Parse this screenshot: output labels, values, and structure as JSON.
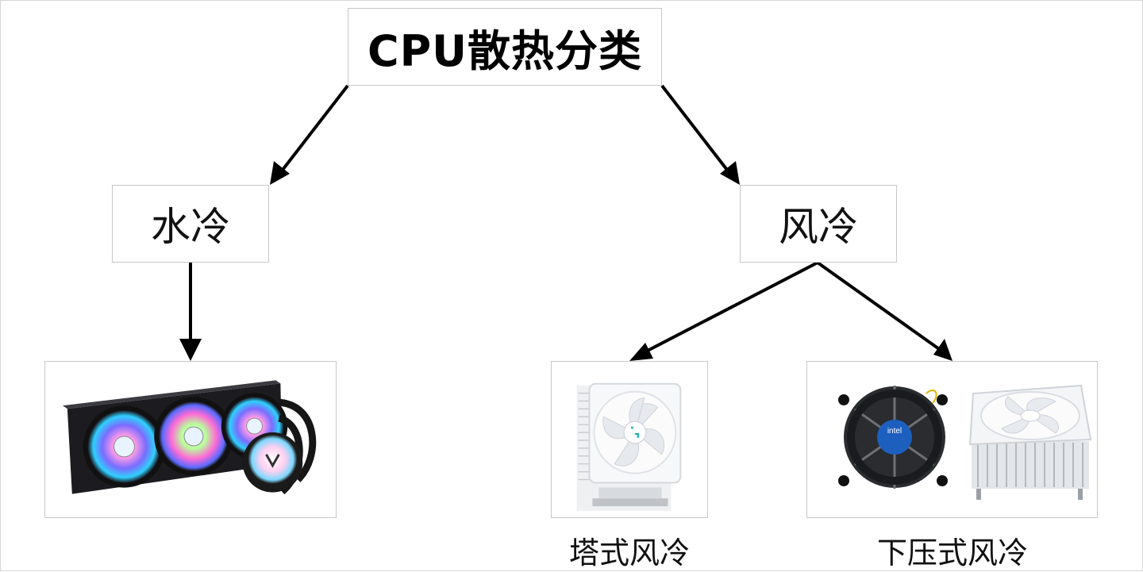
{
  "root": {
    "label": "CPU散热分类"
  },
  "categories": {
    "water": {
      "label": "水冷"
    },
    "air": {
      "label": "风冷"
    }
  },
  "subtypes": {
    "tower": {
      "caption": "塔式风冷"
    },
    "lowprofile": {
      "caption": "下压式风冷"
    }
  },
  "images": {
    "aio": {
      "icon": "aio-liquid-cooler-image"
    },
    "tower": {
      "icon": "tower-air-cooler-image"
    },
    "intel_stock": {
      "icon": "intel-stock-cooler-image",
      "sticker_brand": "intel"
    },
    "low_profile": {
      "icon": "low-profile-cooler-image"
    }
  }
}
